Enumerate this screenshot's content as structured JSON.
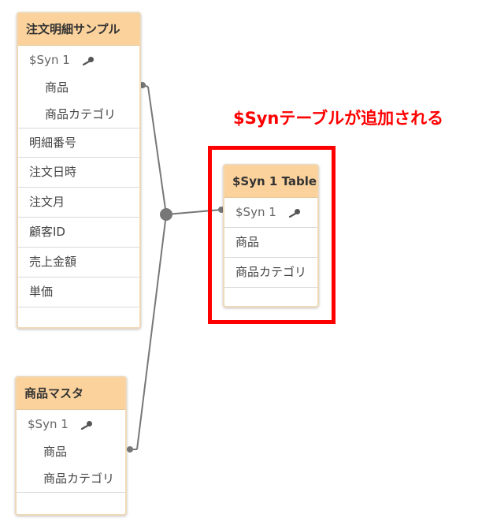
{
  "annotation": "$Synテーブルが追加される",
  "colors": {
    "header_bg": "#fbd29c",
    "annotation_red": "#ff0000",
    "link_gray": "#777777"
  },
  "tables": {
    "order_detail": {
      "title": "注文明細サンプル",
      "syn_field": "$Syn 1",
      "syn_subfields": [
        "商品",
        "商品カテゴリ"
      ],
      "fields": [
        "明細番号",
        "注文日時",
        "注文月",
        "顧客ID",
        "売上金額",
        "単価"
      ]
    },
    "product_master": {
      "title": "商品マスタ",
      "syn_field": "$Syn 1",
      "syn_subfields": [
        "商品",
        "商品カテゴリ"
      ]
    },
    "syn_table": {
      "title": "$Syn 1 Table",
      "syn_field": "$Syn 1",
      "fields": [
        "商品",
        "商品カテゴリ"
      ]
    }
  },
  "icons": {
    "key": "key-icon"
  }
}
